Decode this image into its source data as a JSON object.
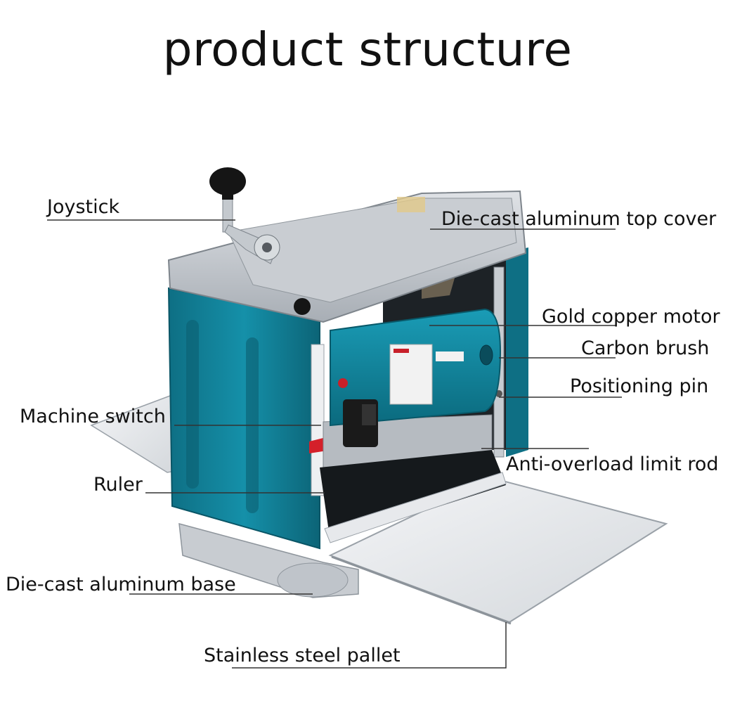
{
  "title": "product structure",
  "labels": {
    "joystick": "Joystick",
    "top_cover": "Die-cast aluminum top cover",
    "motor": "Gold copper motor",
    "carbon_brush": "Carbon brush",
    "positioning_pin": "Positioning pin",
    "machine_switch": "Machine switch",
    "anti_overload": "Anti-overload limit rod",
    "ruler": "Ruler",
    "base": "Die-cast aluminum base",
    "pallet": "Stainless steel pallet"
  },
  "colors": {
    "housing_teal": "#0f7f96",
    "aluminum": "#b9bec5",
    "pallet_steel": "#e9ecef"
  }
}
